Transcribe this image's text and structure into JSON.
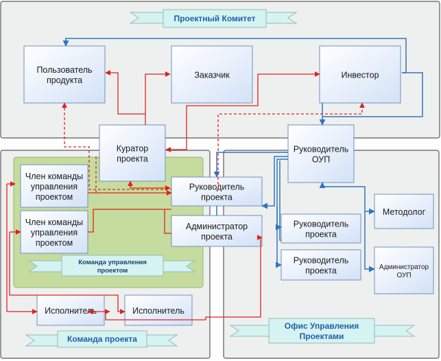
{
  "regions": {
    "committee": "Проектный Комитет",
    "team": "Команда проекта",
    "management_team": [
      "Команда управления",
      "проектом"
    ],
    "pmo": [
      "Офис Управления",
      "Проектами"
    ]
  },
  "boxes": {
    "product_user": [
      "Пользователь",
      "продукта"
    ],
    "customer": [
      "Заказчик"
    ],
    "investor": [
      "Инвестор"
    ],
    "curator": [
      "Куратор",
      "проекта"
    ],
    "pmo_head": [
      "Руководитель",
      "ОУП"
    ],
    "member_1": [
      "Член команды",
      "управления",
      "проектом"
    ],
    "member_2": [
      "Член команды",
      "управления",
      "проектом"
    ],
    "project_manager": [
      "Руководитель",
      "проекта"
    ],
    "project_admin": [
      "Администратор",
      "проекта"
    ],
    "pm_2": [
      "Руководитель",
      "проекта"
    ],
    "pm_3": [
      "Руководитель",
      "проекта"
    ],
    "methodologist": [
      "Методолог"
    ],
    "pmo_admin": [
      "Администратор",
      "ОУП"
    ],
    "performer_1": [
      "Исполнитель"
    ],
    "performer_2": [
      "Исполнитель"
    ]
  },
  "colors": {
    "blue_link": "#2e75c0",
    "red_link": "#e0211b",
    "region_fill": "#eef0ef",
    "team_fill": "#c6dc9e",
    "banner_fill": "#d5f3f0",
    "banner_text": "#1f5fae"
  }
}
